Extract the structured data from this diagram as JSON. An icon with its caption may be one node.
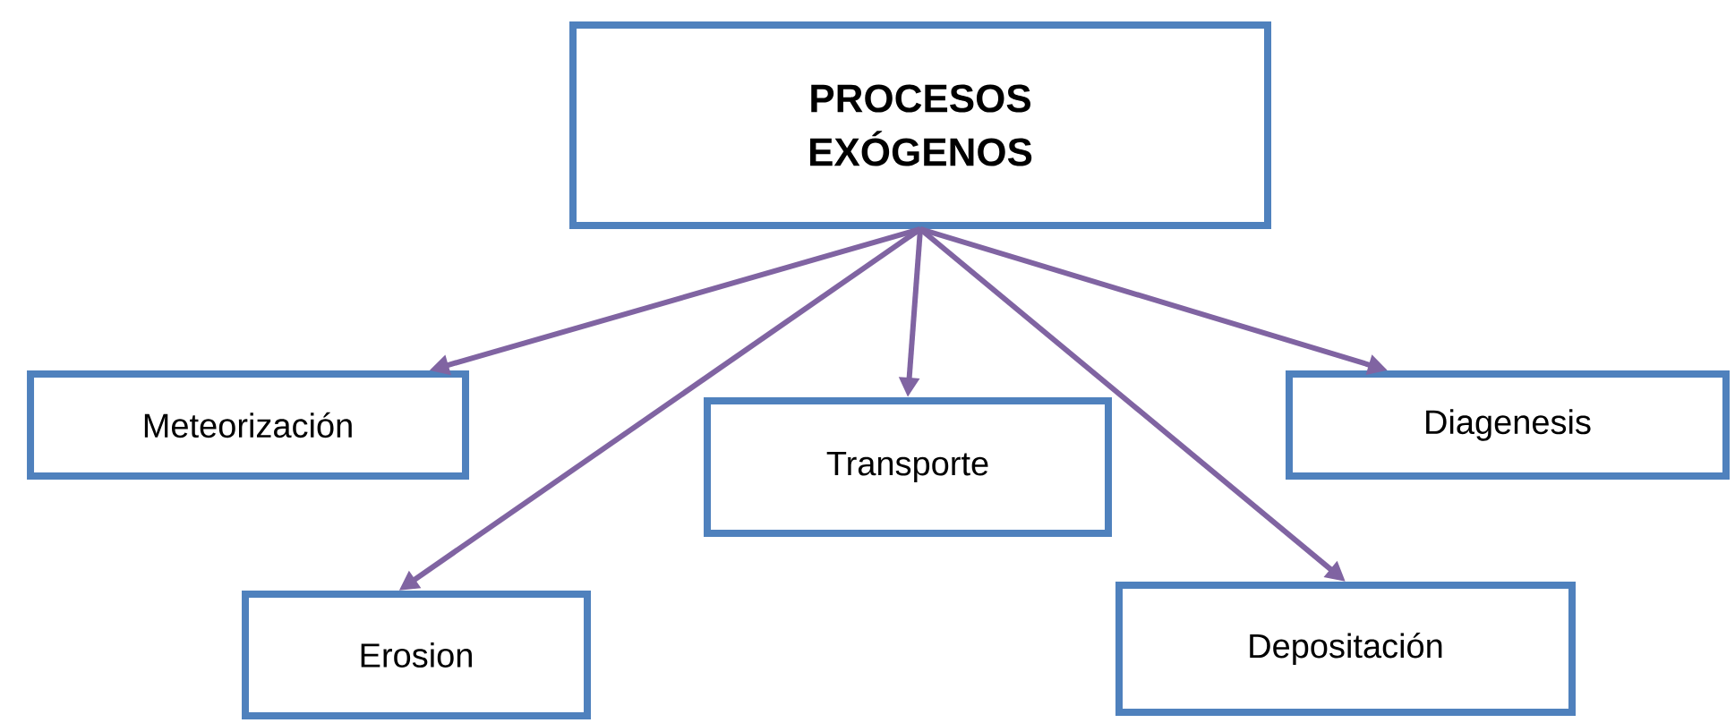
{
  "diagram": {
    "nodes": [
      {
        "text": [
          "PROCESOS EXÓGENOS"
        ]
      },
      {
        "text": [
          "Meteorización"
        ]
      },
      {
        "text": [
          "Erosion"
        ]
      },
      {
        "text": [
          "Transporte"
        ]
      },
      {
        "text": [
          "Diagenesis"
        ]
      },
      {
        "text": [
          "Depositación"
        ]
      }
    ],
    "edges": [
      {
        "from": 0,
        "to": 1,
        "arrow": "to"
      },
      {
        "from": 0,
        "to": 2,
        "arrow": "to"
      },
      {
        "from": 0,
        "to": 3,
        "arrow": "to"
      },
      {
        "from": 0,
        "to": 4,
        "arrow": "to"
      },
      {
        "from": 0,
        "to": 5,
        "arrow": "to"
      }
    ]
  }
}
